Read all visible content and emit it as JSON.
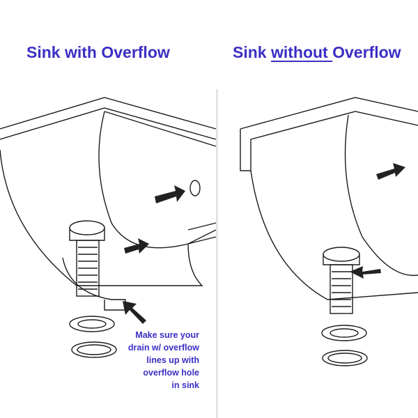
{
  "left_title": "Sink with Overflow",
  "right_title": {
    "before": "Sink ",
    "underlined": "without ",
    "after": "Overflow"
  },
  "note": [
    "Make sure your",
    "drain w/ overflow",
    "lines up with",
    "overflow hole",
    "in sink"
  ],
  "colors": {
    "text": "#3b2fc4",
    "line": "#1a1a1a"
  }
}
